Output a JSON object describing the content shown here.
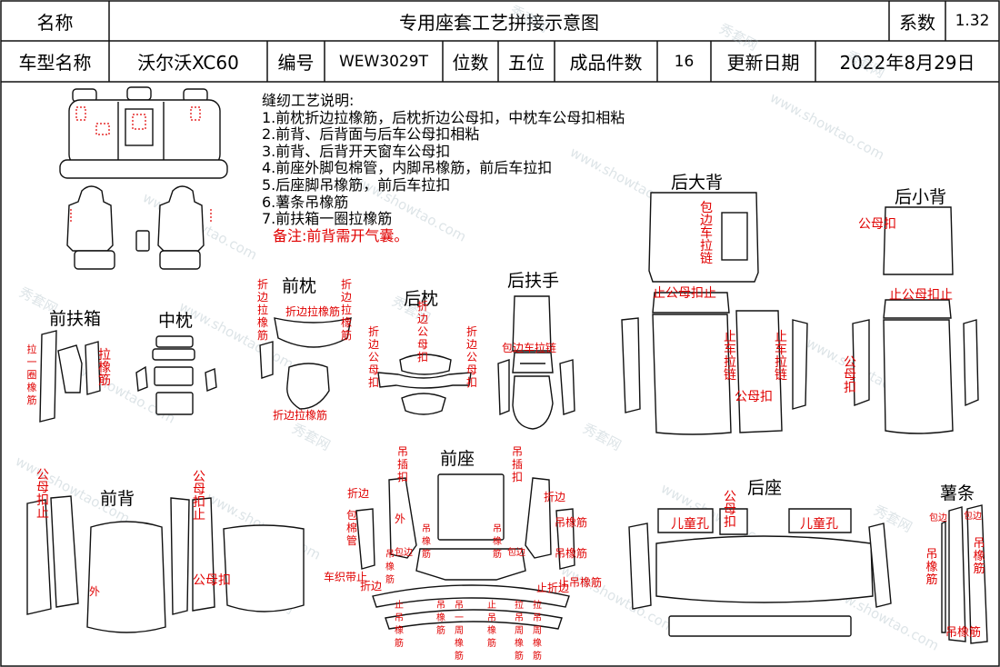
{
  "header": {
    "name_label": "名称",
    "title": "专用座套工艺拼接示意图",
    "coef_label": "系数",
    "coef_value": "1.32",
    "model_label": "车型名称",
    "model_value": "沃尔沃XC60",
    "code_label": "编号",
    "code_value": "WEW3029T",
    "seats_label": "位数",
    "seats_value": "五位",
    "pieces_label": "成品件数",
    "pieces_value": "16",
    "date_label": "更新日期",
    "date_value": "2022年8月29日"
  },
  "notes": {
    "heading": "缝纫工艺说明:",
    "lines": [
      "1.前枕折边拉橡筋，后枕折边公母扣，中枕车公母扣相粘",
      "2.前背、后背面与后车公母扣相粘",
      "3.前背、后背开天窗车公母扣",
      "4.前座外脚包棉管，内脚吊橡筋，前后车拉扣",
      "5.后座脚吊橡筋，前后车拉扣",
      "6.薯条吊橡筋",
      "7.前扶箱一圈拉橡筋"
    ],
    "remark": "备注:前背需开气囊。"
  },
  "sections": {
    "front_armrest_box": "前扶箱",
    "middle_headrest": "中枕",
    "front_headrest": "前枕",
    "rear_headrest": "后枕",
    "rear_armrest": "后扶手",
    "rear_big_back": "后大背",
    "rear_small_back": "后小背",
    "front_back": "前背",
    "front_seat": "前座",
    "rear_seat": "后座",
    "fries_strip": "薯条"
  },
  "annotations": {
    "a01": "折边拉橡筋",
    "a02": "折边拉橡筋",
    "a03": "折边拉橡筋",
    "a04": "折边拉橡筋",
    "a05": "折边公母扣",
    "a06": "折边公母扣",
    "a07": "折边公母扣",
    "a08": "包边车拉链",
    "a09": "包边车拉链",
    "a10": "公母扣",
    "a11": "止公母扣止",
    "a12": "止车拉链",
    "a13": "止车拉链",
    "a14": "公母扣",
    "a15": "止公母扣止",
    "a16": "公母扣",
    "a17": "拉一圈橡筋",
    "a18": "拉橡筋",
    "a19": "公母扣止",
    "a20": "外",
    "a21": "公母扣止",
    "a22": "公母扣",
    "a23": "吊插扣",
    "a24": "吊插扣",
    "a25": "折边",
    "a26": "包棉管",
    "a27": "外",
    "a28": "吊橡筋",
    "a29": "包边",
    "a30": "吊橡筋",
    "a31": "包边",
    "a32": "折边",
    "a33": "吊橡筋",
    "a34": "吊橡筋",
    "a35": "止折边",
    "a36": "车织带止",
    "a37": "折边",
    "a38": "止吊橡筋",
    "a39": "止吊橡筋",
    "a40": "吊一周橡筋",
    "a41": "止吊橡筋",
    "a42": "拉吊周橡筋",
    "a43": "拉吊周橡筋",
    "a44": "公母扣",
    "a45": "儿童孔",
    "a46": "儿童孔",
    "a47": "包边",
    "a48": "包边",
    "a49": "吊橡筋",
    "a50": "吊橡筋",
    "a51": "吊橡筋",
    "a52": "吊橡筋",
    "a53": "吊橡筋"
  },
  "watermark": {
    "text_cn": "秀套网",
    "text_en": "www.showtao.com"
  }
}
